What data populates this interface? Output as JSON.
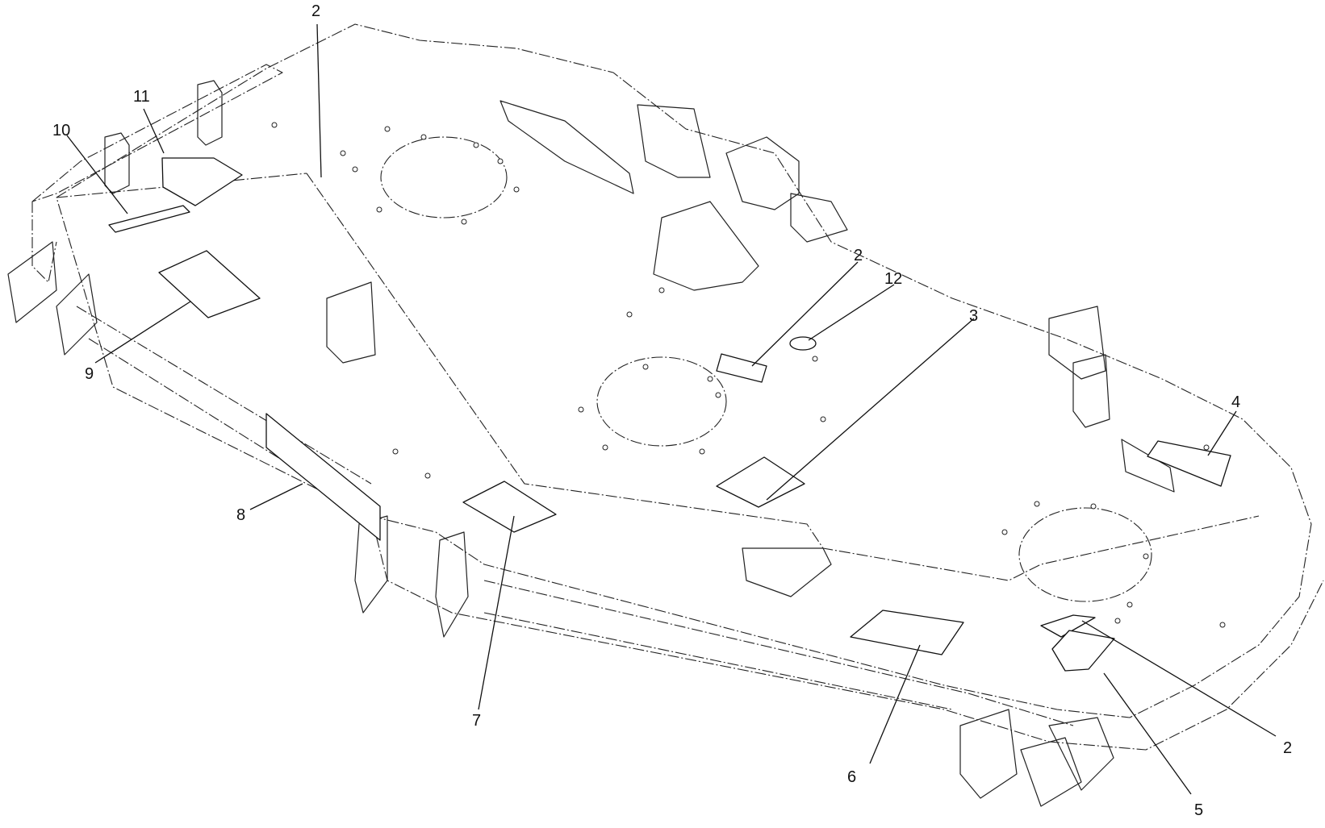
{
  "callouts": {
    "c2a": "2",
    "c11": "11",
    "c10": "10",
    "c9": "9",
    "c8": "8",
    "c7": "7",
    "c2b": "2",
    "c12": "12",
    "c3": "3",
    "c4": "4",
    "c6": "6",
    "c5": "5",
    "c2c": "2"
  },
  "colors": {
    "line": "#222222",
    "background": "#ffffff"
  }
}
